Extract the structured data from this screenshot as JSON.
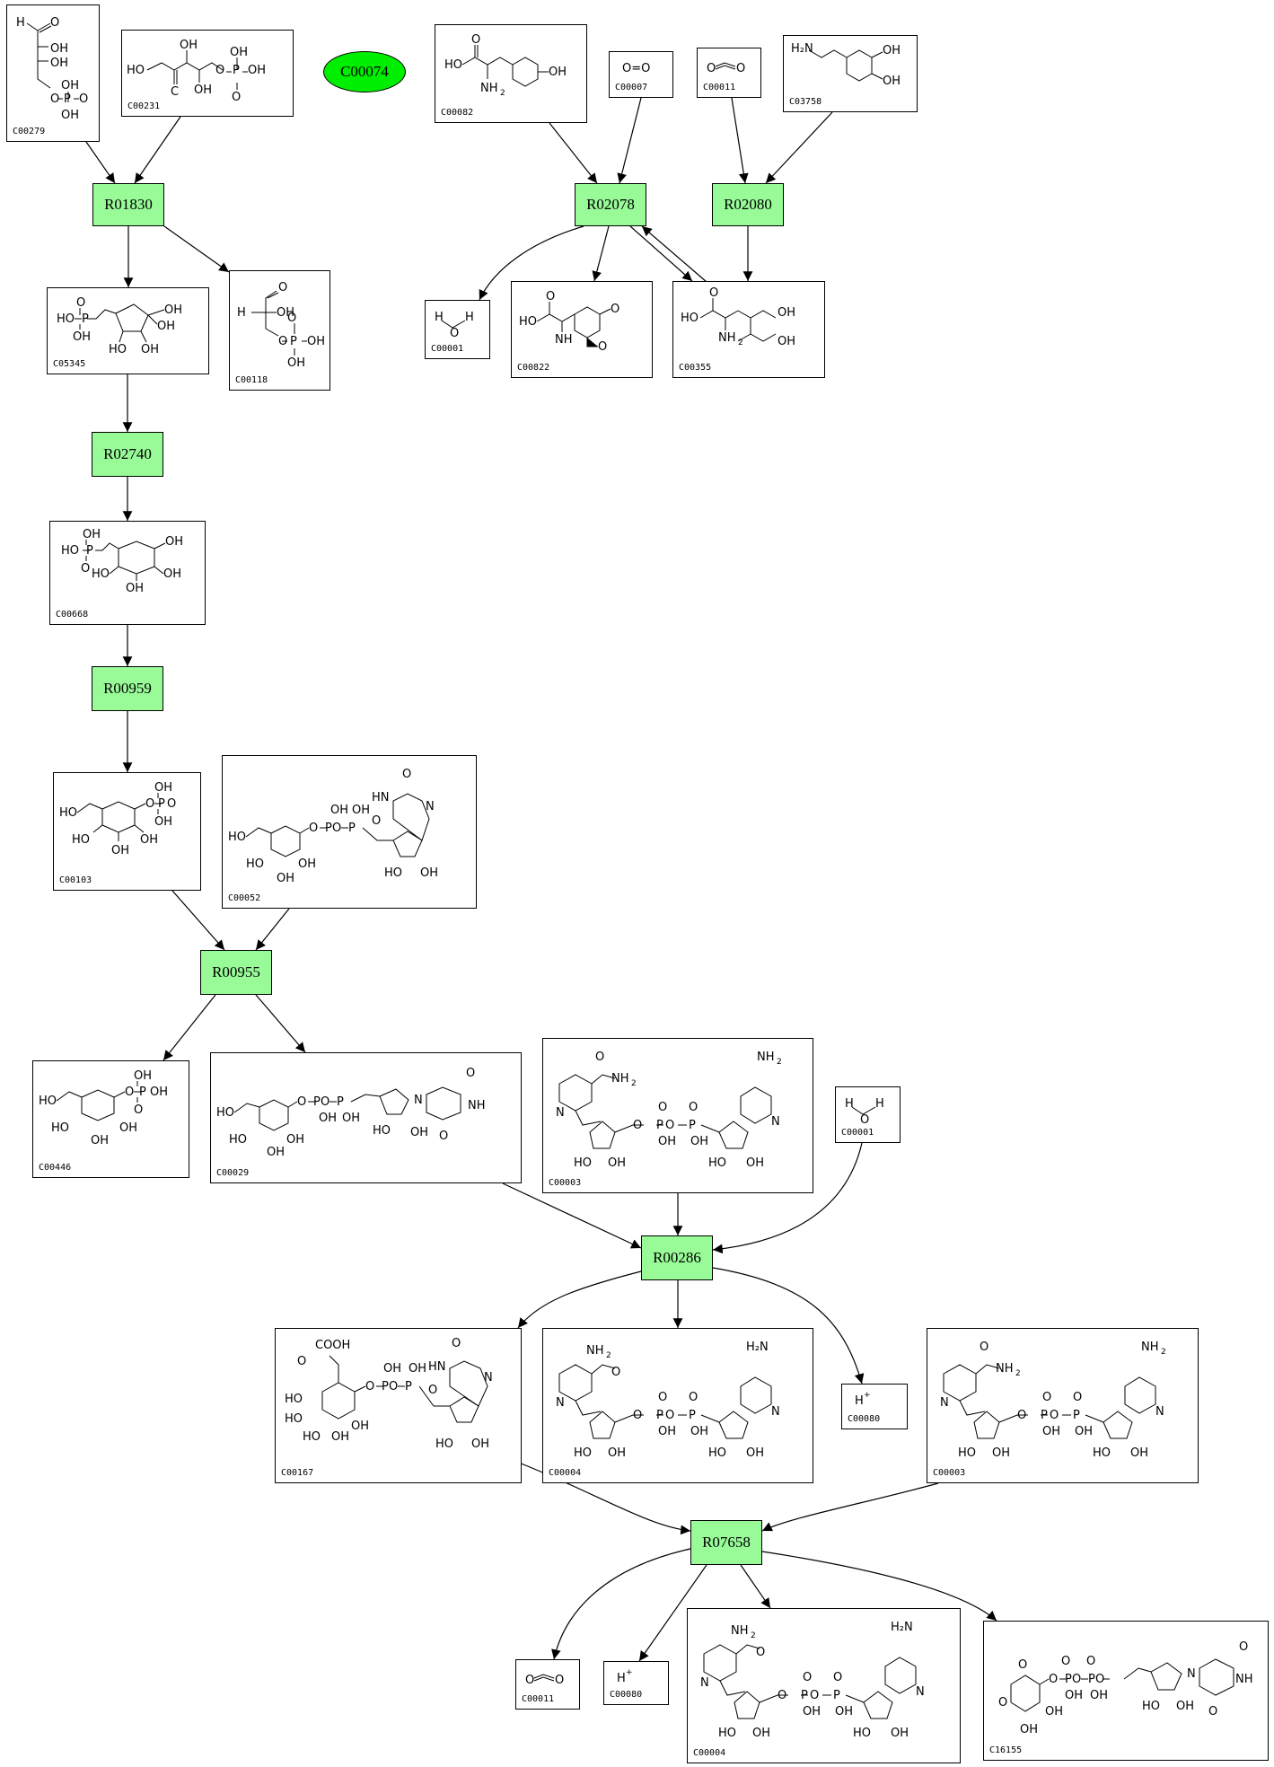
{
  "reactions": [
    "R01830",
    "R02078",
    "R02080",
    "R02740",
    "R00959",
    "R00955",
    "R00286",
    "R07658"
  ],
  "orphan_compound": "C00074",
  "compounds": {
    "C00279": "C00279",
    "C00231": "C00231",
    "C00082": "C00082",
    "C00007": "C00007",
    "C00011": "C00011",
    "C03758": "C03758",
    "C00001": "C00001",
    "C00822": "C00822",
    "C00355": "C00355",
    "C05345": "C05345",
    "C00118": "C00118",
    "C00668": "C00668",
    "C00103": "C00103",
    "C00052": "C00052",
    "C00446": "C00446",
    "C00029": "C00029",
    "C00003": "C00003",
    "C00167": "C00167",
    "C00004": "C00004",
    "C00080": "C00080",
    "C16155": "C16155"
  },
  "edges": [
    [
      "C00279",
      "R01830"
    ],
    [
      "C00231",
      "R01830"
    ],
    [
      "R01830",
      "C05345"
    ],
    [
      "R01830",
      "C00118"
    ],
    [
      "C05345",
      "R02740"
    ],
    [
      "R02740",
      "C00668"
    ],
    [
      "C00668",
      "R00959"
    ],
    [
      "R00959",
      "C00103"
    ],
    [
      "C00103",
      "R00955"
    ],
    [
      "C00052",
      "R00955"
    ],
    [
      "R00955",
      "C00446"
    ],
    [
      "R00955",
      "C00029"
    ],
    [
      "C00082",
      "R02078"
    ],
    [
      "C00007",
      "R02078"
    ],
    [
      "R02078",
      "C00001"
    ],
    [
      "R02078",
      "C00822"
    ],
    [
      "R02078",
      "C00355"
    ],
    [
      "C00355",
      "R02078"
    ],
    [
      "C00011",
      "R02080"
    ],
    [
      "C03758",
      "R02080"
    ],
    [
      "R02080",
      "C00355"
    ],
    [
      "C00029",
      "R00286"
    ],
    [
      "C00003",
      "R00286"
    ],
    [
      "C00001",
      "R00286"
    ],
    [
      "R00286",
      "C00167"
    ],
    [
      "R00286",
      "C00004"
    ],
    [
      "R00286",
      "C00080"
    ],
    [
      "C00167",
      "R07658"
    ],
    [
      "C00003",
      "R07658"
    ],
    [
      "R07658",
      "C00011"
    ],
    [
      "R07658",
      "C00080"
    ],
    [
      "R07658",
      "C00004"
    ],
    [
      "R07658",
      "C16155"
    ]
  ],
  "atom_labels": {
    "oh": "OH",
    "ho": "HO",
    "o": "O",
    "p": "P",
    "h": "H",
    "n": "N",
    "c": "C",
    "nh2": "NH",
    "nh2_sub": "2",
    "cooh": "COOH",
    "hn": "HN",
    "o2": "O=O",
    "oco": "O=C=O",
    "h2o_h": "H",
    "h2o_o": "O",
    "hplus": "H",
    "plus": "+",
    "h2n": "H₂N",
    "nh": "NH"
  },
  "colors": {
    "reaction_fill": "#98fb98",
    "orphan_fill": "#00ee00",
    "stroke": "#000000"
  }
}
